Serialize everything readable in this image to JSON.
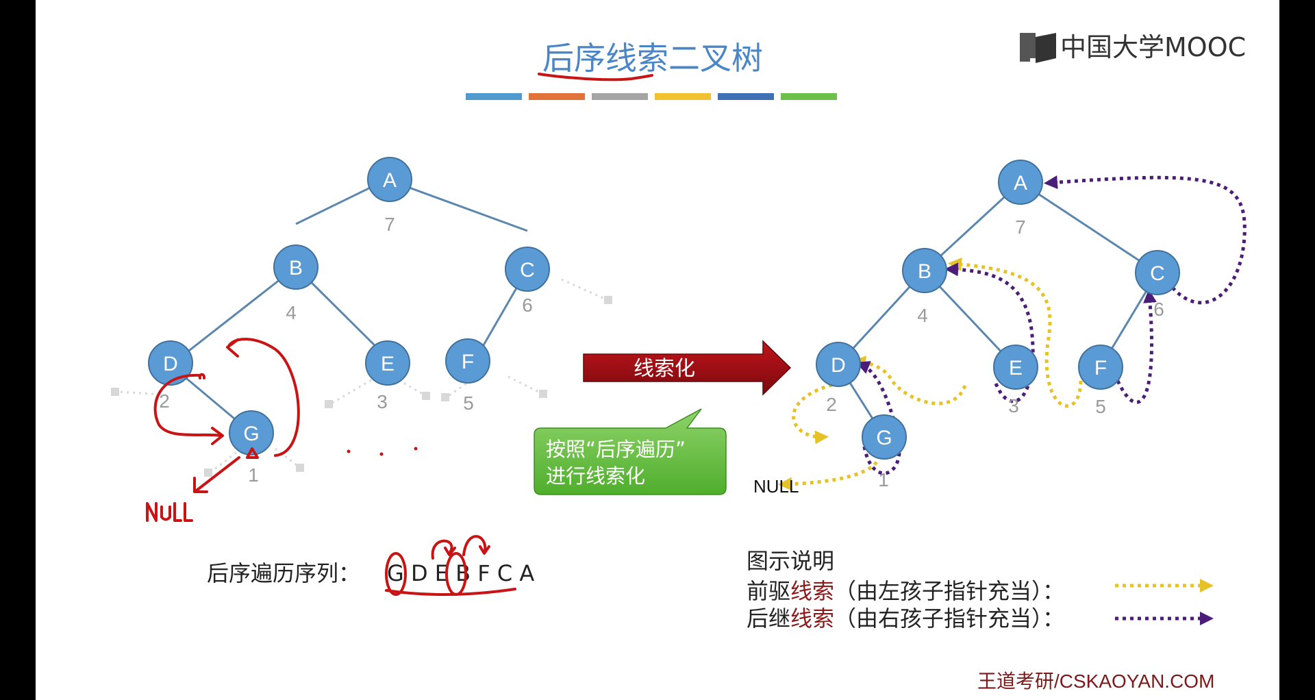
{
  "slide": {
    "title": "后序线索二叉树",
    "brand": "中国大学MOOC",
    "footer": "王道考研/CSKAOYAN.COM",
    "accent_bar_colors": [
      "#4f9bd0",
      "#e0723a",
      "#a5a5a5",
      "#f2c12e",
      "#3f6fb5",
      "#6cc04a"
    ]
  },
  "left_tree": {
    "nodes": [
      {
        "id": "A",
        "label": "A",
        "order": "7"
      },
      {
        "id": "B",
        "label": "B",
        "order": "4"
      },
      {
        "id": "C",
        "label": "C",
        "order": "6"
      },
      {
        "id": "D",
        "label": "D",
        "order": "2"
      },
      {
        "id": "E",
        "label": "E",
        "order": "3"
      },
      {
        "id": "F",
        "label": "F",
        "order": "5"
      },
      {
        "id": "G",
        "label": "G",
        "order": "1"
      }
    ],
    "annotation_null": "NULL"
  },
  "arrow_button": {
    "label": "线索化"
  },
  "callout": {
    "line1": "按照“后序遍历”",
    "line2": "进行线索化"
  },
  "right_tree": {
    "nodes": [
      {
        "id": "A",
        "label": "A",
        "order": "7"
      },
      {
        "id": "B",
        "label": "B",
        "order": "4"
      },
      {
        "id": "C",
        "label": "C",
        "order": "6"
      },
      {
        "id": "D",
        "label": "D",
        "order": "2"
      },
      {
        "id": "E",
        "label": "E",
        "order": "3"
      },
      {
        "id": "F",
        "label": "F",
        "order": "5"
      },
      {
        "id": "G",
        "label": "G",
        "order": "1"
      }
    ],
    "null_label": "NULL"
  },
  "sequence": {
    "label": "后序遍历序列：",
    "value": "G D E B F C A"
  },
  "legend": {
    "heading": "图示说明",
    "pred_prefix": "前驱",
    "pred_highlight": "线索",
    "pred_suffix": "（由左孩子指针充当）：",
    "succ_prefix": "后继",
    "succ_highlight": "线索",
    "succ_suffix": "（由右孩子指针充当）：",
    "pred_color": "#e6c229",
    "succ_color": "#4b1d78"
  }
}
